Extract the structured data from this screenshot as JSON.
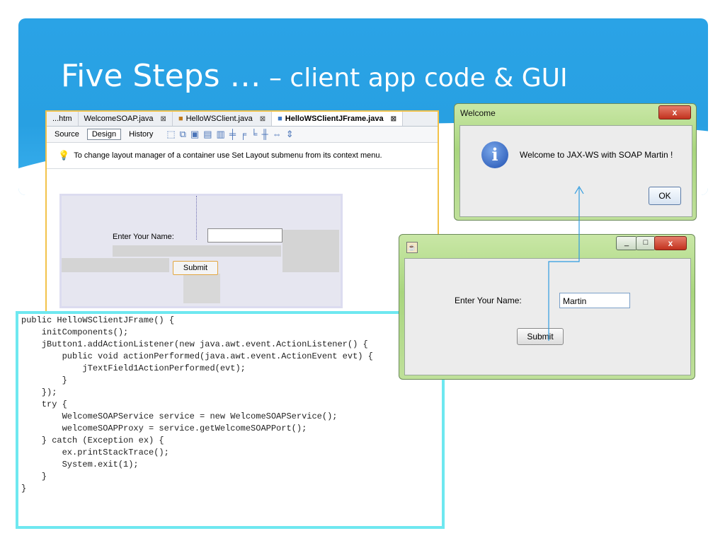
{
  "slide": {
    "title_main": "Five Steps …",
    "title_sub": " – client app code & GUI"
  },
  "ide": {
    "tabs": [
      {
        "label": "...htm"
      },
      {
        "label": "WelcomeSOAP.java",
        "close": "⊠"
      },
      {
        "label": "HelloWSClient.java",
        "close": "⊠"
      },
      {
        "label": "HelloWSClientJFrame.java",
        "close": "⊠"
      }
    ],
    "toolbar": {
      "source": "Source",
      "design": "Design",
      "history": "History"
    },
    "hint": "To change layout manager of a container use Set Layout submenu from its context menu.",
    "form": {
      "label": "Enter Your Name:",
      "button": "Submit"
    }
  },
  "code": {
    "lines": [
      "public HelloWSClientJFrame() {",
      "    initComponents();",
      "    jButton1.addActionListener(new java.awt.event.ActionListener() {",
      "        public void actionPerformed(java.awt.event.ActionEvent evt) {",
      "            jTextField1ActionPerformed(evt);",
      "        }",
      "    });",
      "",
      "    try {",
      "        WelcomeSOAPService service = new WelcomeSOAPService();",
      "        welcomeSOAPProxy = service.getWelcomeSOAPPort();",
      "    } catch (Exception ex) {",
      "        ex.printStackTrace();",
      "        System.exit(1);",
      "    }",
      "}"
    ]
  },
  "welcome_dialog": {
    "title": "Welcome",
    "close": "x",
    "message": "Welcome to JAX-WS with SOAP Martin !",
    "ok": "OK",
    "icon": "i"
  },
  "client_window": {
    "minimize": "_",
    "maximize": "□",
    "close": "x",
    "label": "Enter Your Name:",
    "value": "Martin",
    "submit": "Submit"
  }
}
